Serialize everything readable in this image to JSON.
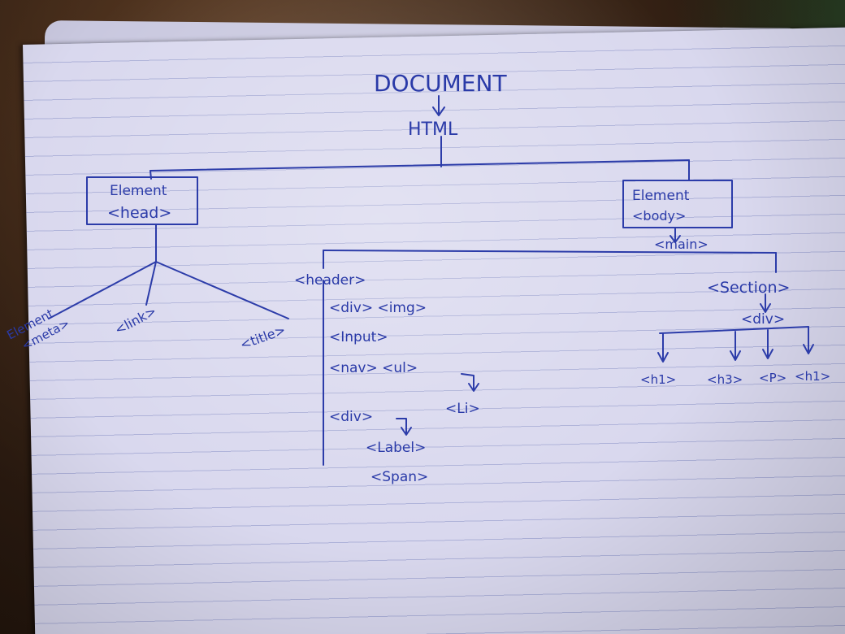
{
  "diagram": {
    "root": "DOCUMENT",
    "html": "HTML",
    "head": {
      "type": "Element",
      "tag": "<head>"
    },
    "head_children": [
      {
        "type": "Element",
        "tag": "<meta>"
      },
      {
        "tag": "<link>"
      },
      {
        "tag": "<title>"
      }
    ],
    "body": {
      "type": "Element",
      "tag": "<body>"
    },
    "main": "<main>",
    "header": {
      "tag": "<header>",
      "items": [
        "<div> <img>",
        "<Input>",
        "<nav> <ul>",
        "<div>"
      ],
      "li": "<Li>",
      "label": "<Label>",
      "span": "<Span>"
    },
    "section": {
      "tag": "<Section>",
      "div": "<div>",
      "children": [
        "<h1>",
        "<h3>",
        "<P>",
        "<h1>"
      ]
    }
  },
  "colors": {
    "ink": "#2c3ca9",
    "paper": "#d9d8ee",
    "rule": "#7882be"
  }
}
